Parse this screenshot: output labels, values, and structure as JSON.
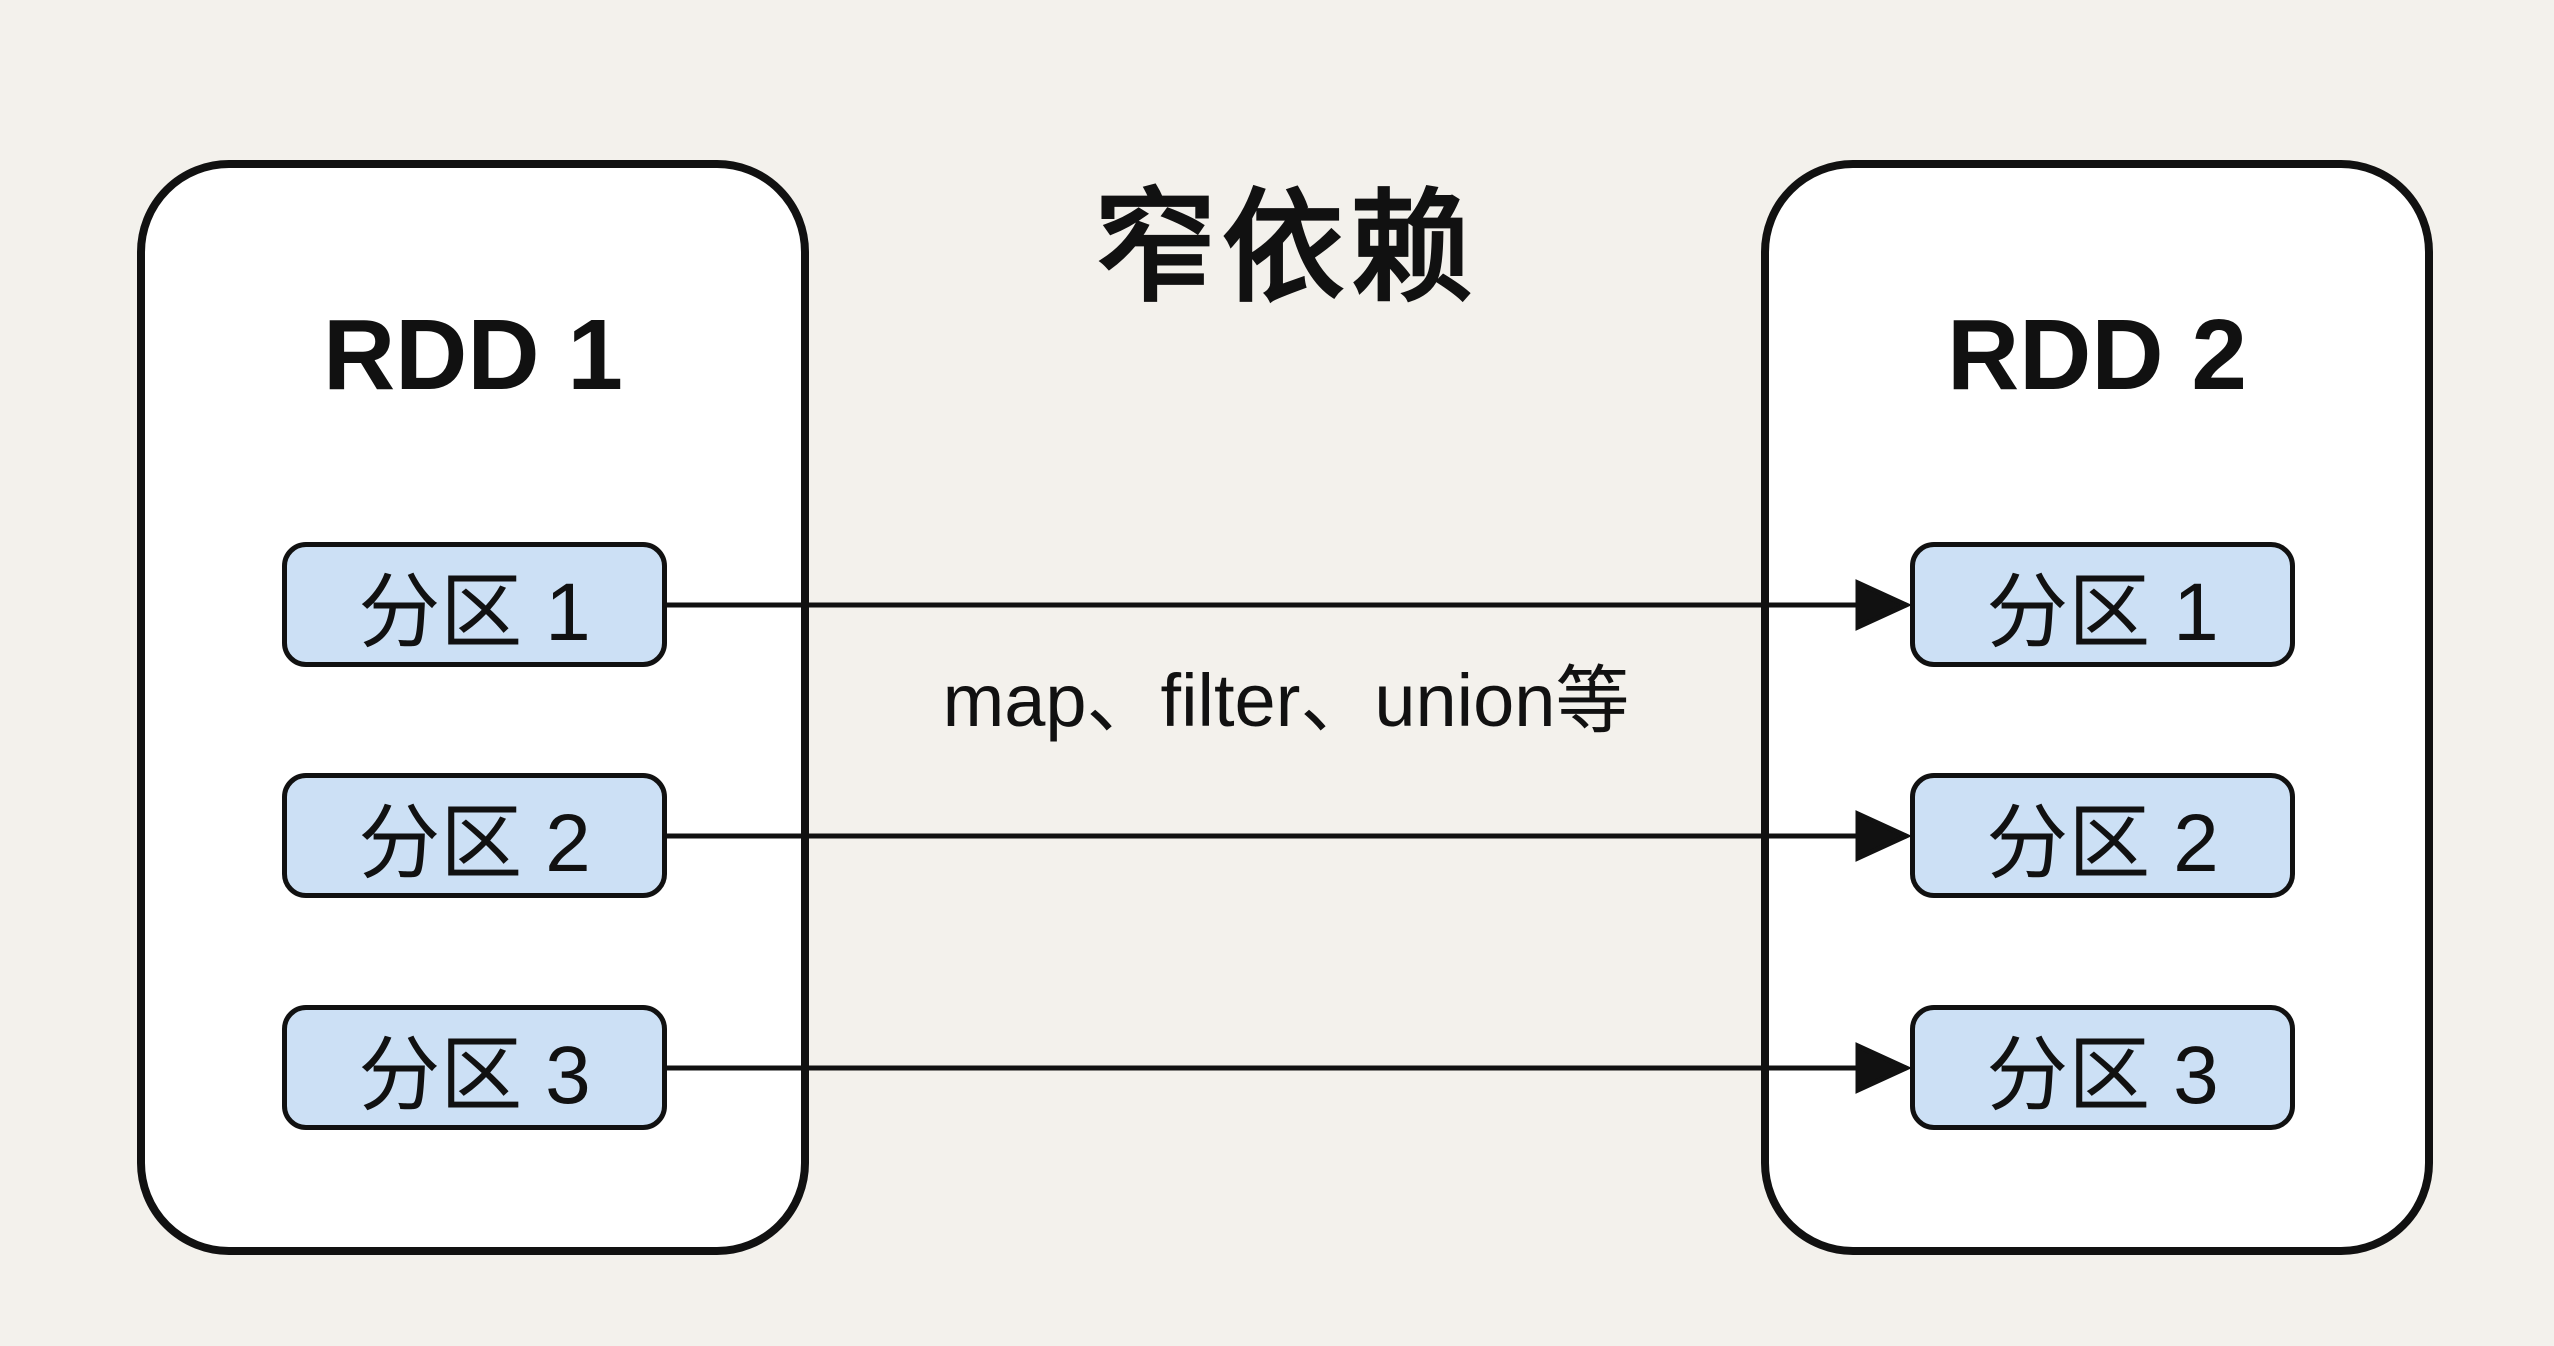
{
  "title": "窄依赖",
  "rdd1": {
    "label": "RDD 1",
    "partitions": [
      "分区 1",
      "分区 2",
      "分区 3"
    ]
  },
  "rdd2": {
    "label": "RDD 2",
    "partitions": [
      "分区 1",
      "分区 2",
      "分区 3"
    ]
  },
  "edge_label": "map、filter、union等",
  "edges": [
    {
      "from": "RDD 1 / 分区 1",
      "to": "RDD 2 / 分区 1"
    },
    {
      "from": "RDD 1 / 分区 2",
      "to": "RDD 2 / 分区 2"
    },
    {
      "from": "RDD 1 / 分区 3",
      "to": "RDD 2 / 分区 3"
    }
  ],
  "colors": {
    "background": "#F3F1EC",
    "rdd_box_fill": "#FFFFFF",
    "partition_fill": "#CCE0F5",
    "stroke": "#111111"
  }
}
